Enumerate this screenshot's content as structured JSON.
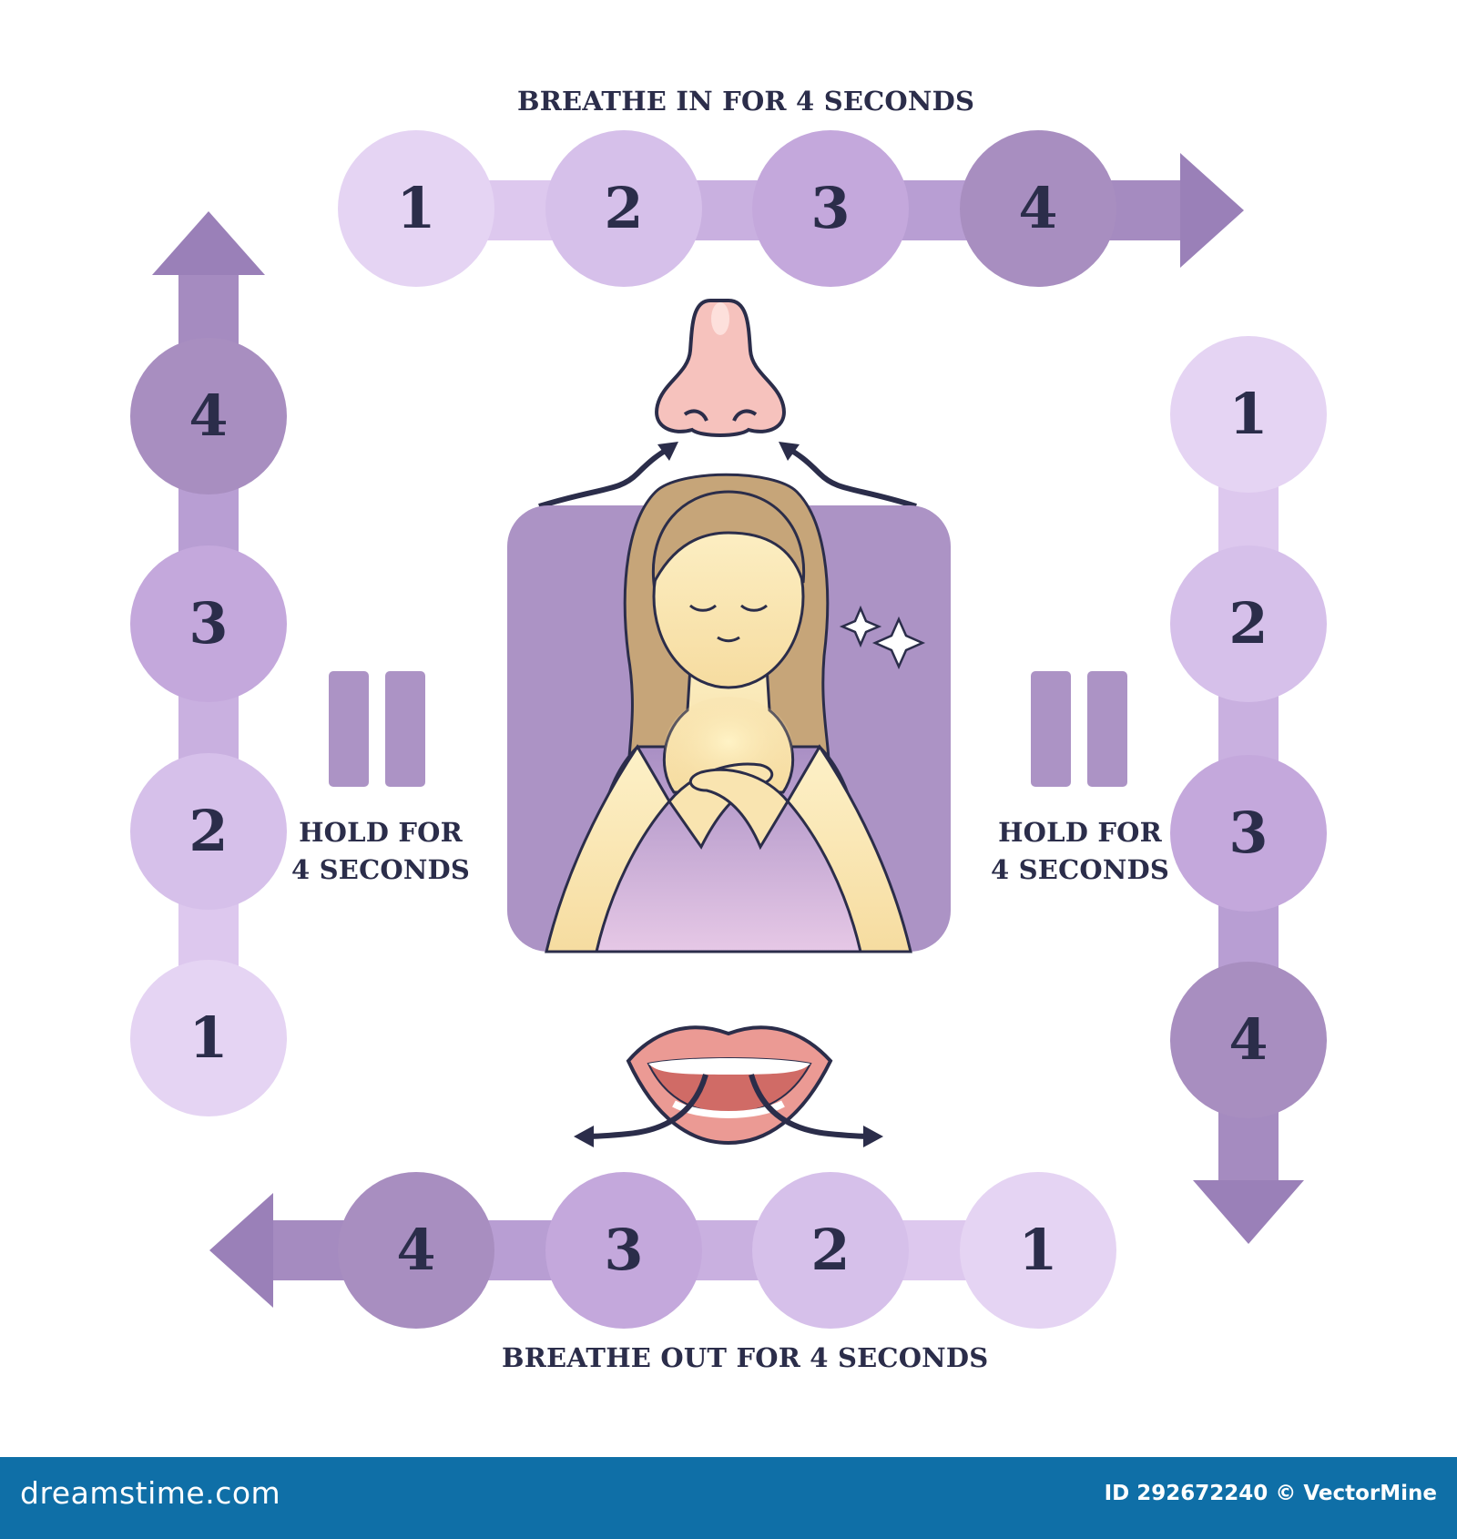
{
  "labels": {
    "top": "BREATHE IN FOR 4 SECONDS",
    "bottom": "BREATHE OUT FOR 4 SECONDS",
    "hold_left": [
      "HOLD FOR",
      "4 SECONDS"
    ],
    "hold_right": [
      "HOLD FOR",
      "4 SECONDS"
    ]
  },
  "steps": {
    "top": [
      "1",
      "2",
      "3",
      "4"
    ],
    "right": [
      "1",
      "2",
      "3",
      "4"
    ],
    "bottom": [
      "4",
      "3",
      "2",
      "1"
    ],
    "left": [
      "4",
      "3",
      "2",
      "1"
    ]
  },
  "colors": {
    "step1": "#e5d4f3",
    "step2": "#d6c0ea",
    "step3": "#c4a8dc",
    "step4": "#a88ec0",
    "text": "#2b2d4a",
    "panel": "#ac93c5",
    "footer": "#0f6fa7"
  },
  "footer": {
    "brand": "dreamstime.com",
    "id_text": "ID 292672240 © VectorMine"
  }
}
